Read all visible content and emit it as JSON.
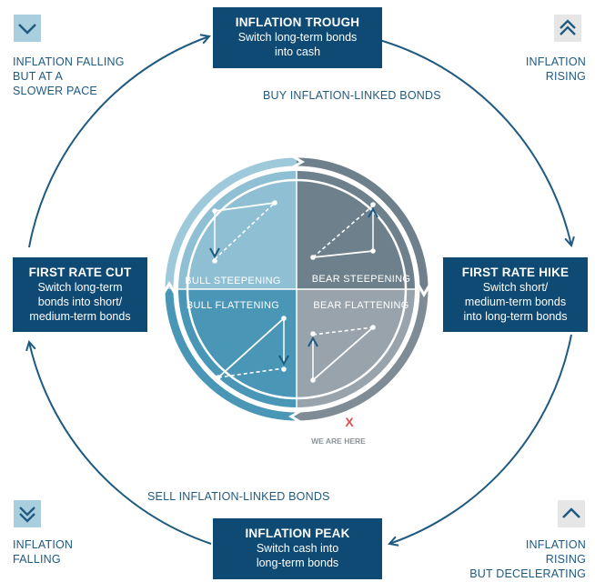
{
  "boxes": {
    "inflation_trough": {
      "title": "INFLATION TROUGH",
      "desc": [
        "Switch long-term bonds",
        "into cash"
      ]
    },
    "first_rate_hike": {
      "title": "FIRST RATE HIKE",
      "desc": [
        "Switch short/",
        "medium-term bonds",
        "into long-term bonds"
      ]
    },
    "inflation_peak": {
      "title": "INFLATION PEAK",
      "desc": [
        "Switch cash into",
        "long-term bonds"
      ]
    },
    "first_rate_cut": {
      "title": "FIRST RATE CUT",
      "desc": [
        "Switch long-term",
        "bonds into short/",
        "medium-term bonds"
      ]
    }
  },
  "corners": {
    "top_left": {
      "icon": "chevron-down-icon",
      "lines": [
        "INFLATION FALLING",
        "BUT AT A",
        "SLOWER PACE"
      ]
    },
    "top_right": {
      "icon": "double-chevron-up-icon",
      "lines": [
        "INFLATION",
        "RISING"
      ]
    },
    "bottom_left": {
      "icon": "double-chevron-down-icon",
      "lines": [
        "INFLATION",
        "FALLING"
      ]
    },
    "bottom_right": {
      "icon": "chevron-up-icon",
      "lines": [
        "INFLATION",
        "RISING",
        "BUT DECELERATING"
      ]
    }
  },
  "arcs": {
    "top": "BUY INFLATION-LINKED BONDS",
    "bottom": "SELL INFLATION-LINKED BONDS"
  },
  "quadrants": {
    "top_left": "BULL STEEPENING",
    "top_right": "BEAR STEEPENING",
    "bottom_left": "BULL FLATTENING",
    "bottom_right": "BEAR FLATTENING"
  },
  "marker": {
    "symbol": "X",
    "label": "WE ARE HERE"
  },
  "colors": {
    "navy": "#0e4a73",
    "bull_steepening": "#8fbfd3",
    "bear_steepening": "#6e808b",
    "bull_flattening": "#4996b6",
    "bear_flattening": "#98a3ab",
    "icon_box": "#a9cfdf",
    "marker": "#d9534f"
  }
}
